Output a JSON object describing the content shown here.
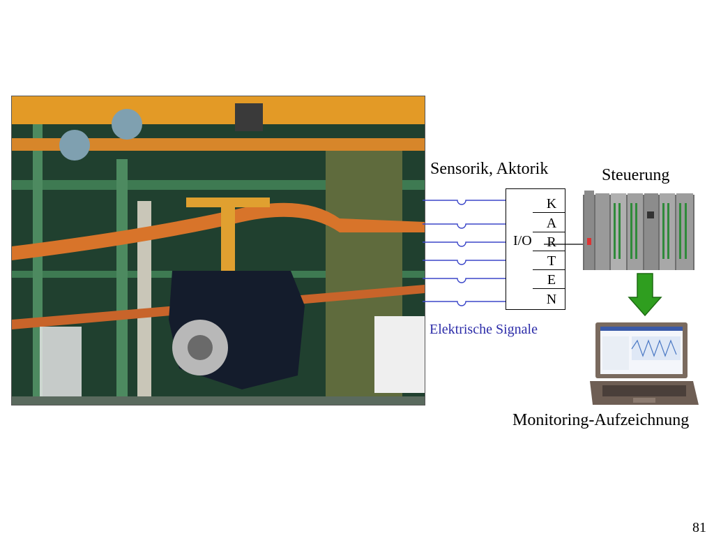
{
  "labels": {
    "sensorik": "Sensorik, Aktorik",
    "steuerung": "Steuerung",
    "signale": "Elektrische Signale",
    "monitoring": "Monitoring-Aufzeichnung",
    "io": "I/O"
  },
  "io_card_letters": [
    "K",
    "A",
    "R",
    "T",
    "E",
    "N"
  ],
  "page_number": "81",
  "colors": {
    "signal_line": "#3b47c9",
    "signal_label": "#2b2ba8",
    "arrow_green": "#2f9e1f",
    "plc_gray": "#8c8c8c"
  },
  "icons": {
    "photo": "factory-engine-assembly-photo",
    "plc": "plc-controller-icon",
    "arrow": "down-arrow-icon",
    "laptop": "laptop-icon"
  }
}
